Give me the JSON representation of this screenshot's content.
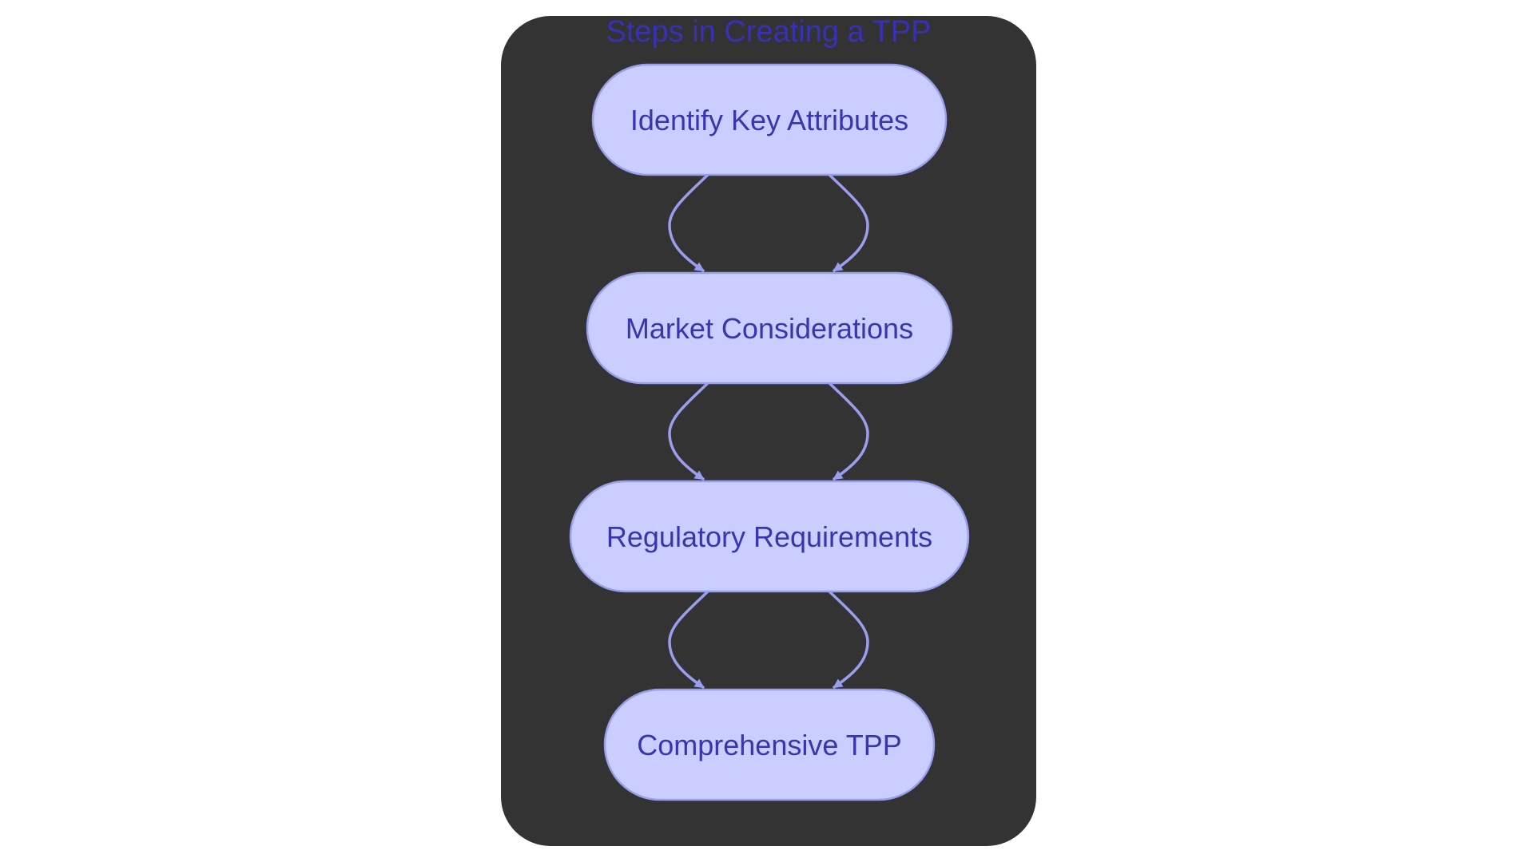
{
  "diagram": {
    "cluster_title": "Steps in Creating a TPP",
    "nodes": [
      {
        "id": "key-attributes",
        "label": "Identify Key Attributes"
      },
      {
        "id": "market",
        "label": "Market Considerations"
      },
      {
        "id": "regulatory",
        "label": "Regulatory Requirements"
      },
      {
        "id": "tpp",
        "label": "Comprehensive TPP"
      }
    ],
    "edges": [
      {
        "from": "key-attributes",
        "to": "market"
      },
      {
        "from": "key-attributes",
        "to": "market"
      },
      {
        "from": "market",
        "to": "regulatory"
      },
      {
        "from": "market",
        "to": "regulatory"
      },
      {
        "from": "regulatory",
        "to": "tpp"
      },
      {
        "from": "regulatory",
        "to": "tpp"
      }
    ]
  },
  "colors": {
    "background": "#ffffff",
    "cluster_fill": "#333333",
    "node_fill": "#cacdff",
    "node_stroke": "#9a9eee",
    "text": "#3b34b0",
    "edge": "#9a9eee"
  }
}
